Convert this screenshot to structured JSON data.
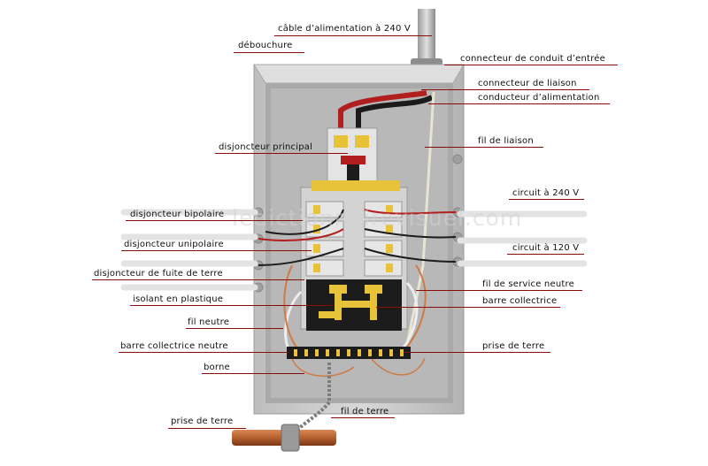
{
  "watermark": "ledictionnairevisuel.com",
  "labels": {
    "cable_alimentation": "câble d’alimentation à 240 V",
    "debouchure": "débouchure",
    "connecteur_conduit": "connecteur de conduit d’entrée",
    "connecteur_liaison": "connecteur de liaison",
    "conducteur_alimentation": "conducteur d’alimentation",
    "disjoncteur_principal": "disjoncteur principal",
    "fil_liaison": "fil de liaison",
    "disjoncteur_bipolaire": "disjoncteur bipolaire",
    "circuit_240": "circuit à 240 V",
    "disjoncteur_unipolaire": "disjoncteur unipolaire",
    "circuit_120": "circuit à 120 V",
    "disjoncteur_fuite": "disjoncteur de fuite de terre",
    "fil_service_neutre": "fil de service neutre",
    "isolant_plastique": "isolant en plastique",
    "barre_collectrice": "barre collectrice",
    "fil_neutre": "fil neutre",
    "barre_collectrice_neutre": "barre collectrice neutre",
    "prise_terre_droite": "prise de terre",
    "borne": "borne",
    "fil_terre": "fil de terre",
    "prise_terre_bas": "prise de terre"
  },
  "colors": {
    "leader": "#8b0a0a",
    "box": "#c9c9c9",
    "copper": "#b5602e",
    "breaker_yellow": "#e8c33a",
    "bus_black": "#1c1c1c",
    "wire_red": "#b21e1e"
  }
}
